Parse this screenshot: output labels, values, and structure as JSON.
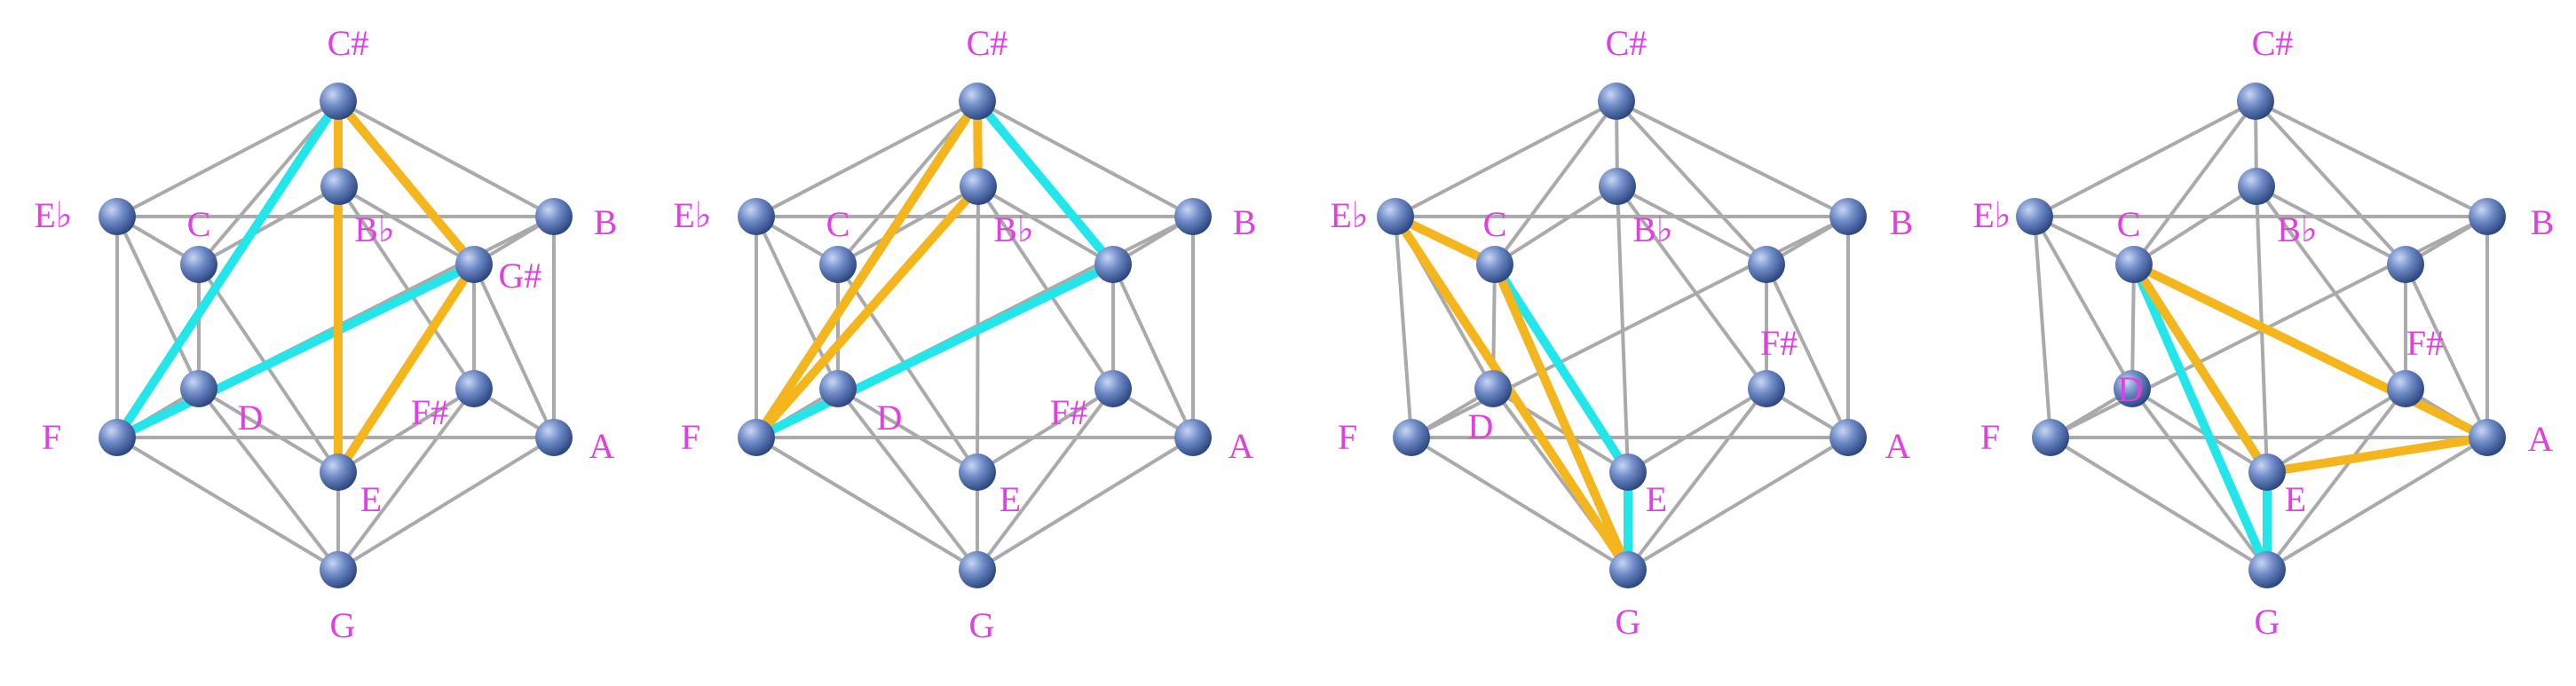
{
  "colors": {
    "edge": "#aaaaaa",
    "label": "#e040e0",
    "node_light": "#c8d6f2",
    "node_mid": "#6f8cc8",
    "node_dark": "#2c4680",
    "highlight_cyan": "#22e6ea",
    "highlight_orange": "#f5b51c"
  },
  "icosahedron_edges": [
    [
      "C#",
      "Eb"
    ],
    [
      "C#",
      "C"
    ],
    [
      "C#",
      "Bb"
    ],
    [
      "C#",
      "G#"
    ],
    [
      "C#",
      "B"
    ],
    [
      "Eb",
      "C"
    ],
    [
      "C",
      "Bb"
    ],
    [
      "Bb",
      "G#"
    ],
    [
      "G#",
      "B"
    ],
    [
      "B",
      "Eb"
    ],
    [
      "Eb",
      "F"
    ],
    [
      "Eb",
      "D"
    ],
    [
      "C",
      "D"
    ],
    [
      "C",
      "E"
    ],
    [
      "Bb",
      "E"
    ],
    [
      "Bb",
      "F#"
    ],
    [
      "G#",
      "F#"
    ],
    [
      "G#",
      "A"
    ],
    [
      "B",
      "A"
    ],
    [
      "B",
      "F"
    ],
    [
      "F",
      "D"
    ],
    [
      "D",
      "E"
    ],
    [
      "E",
      "F#"
    ],
    [
      "F#",
      "A"
    ],
    [
      "A",
      "F"
    ],
    [
      "G",
      "F"
    ],
    [
      "G",
      "D"
    ],
    [
      "G",
      "E"
    ],
    [
      "G",
      "F#"
    ],
    [
      "G",
      "A"
    ]
  ],
  "panels": [
    {
      "labels": [
        "C#",
        "E♭",
        "C",
        "B♭",
        "B",
        "G#",
        "F",
        "D",
        "F#",
        "A",
        "E",
        "G"
      ],
      "cyan": [
        [
          "C#",
          "F"
        ],
        [
          "C#",
          "G#"
        ],
        [
          "F",
          "G#"
        ]
      ],
      "orange": [
        [
          "C#",
          "G#"
        ],
        [
          "C#",
          "E"
        ],
        [
          "G#",
          "E"
        ]
      ]
    },
    {
      "labels": [
        "C#",
        "E♭",
        "C",
        "B♭",
        "B",
        "F",
        "D",
        "F#",
        "A",
        "E",
        "G"
      ],
      "cyan": [
        [
          "C#",
          "G#"
        ],
        [
          "C#",
          "F"
        ],
        [
          "G#",
          "F"
        ]
      ],
      "orange": [
        [
          "C#",
          "F"
        ],
        [
          "C#",
          "Bb"
        ],
        [
          "Bb",
          "F"
        ]
      ]
    },
    {
      "labels": [
        "C#",
        "E♭",
        "C",
        "B♭",
        "B",
        "F#",
        "F",
        "D",
        "A",
        "E",
        "G"
      ],
      "cyan": [
        [
          "C",
          "E"
        ],
        [
          "C",
          "G"
        ],
        [
          "E",
          "G"
        ]
      ],
      "orange": [
        [
          "Eb",
          "C"
        ],
        [
          "Eb",
          "G"
        ],
        [
          "C",
          "G"
        ]
      ]
    },
    {
      "labels": [
        "C#",
        "E♭",
        "C",
        "B♭",
        "B",
        "F#",
        "D",
        "F",
        "A",
        "E",
        "G"
      ],
      "cyan": [
        [
          "C",
          "E"
        ],
        [
          "C",
          "G"
        ],
        [
          "E",
          "G"
        ]
      ],
      "orange": [
        [
          "C",
          "E"
        ],
        [
          "C",
          "A"
        ],
        [
          "E",
          "A"
        ]
      ]
    }
  ]
}
